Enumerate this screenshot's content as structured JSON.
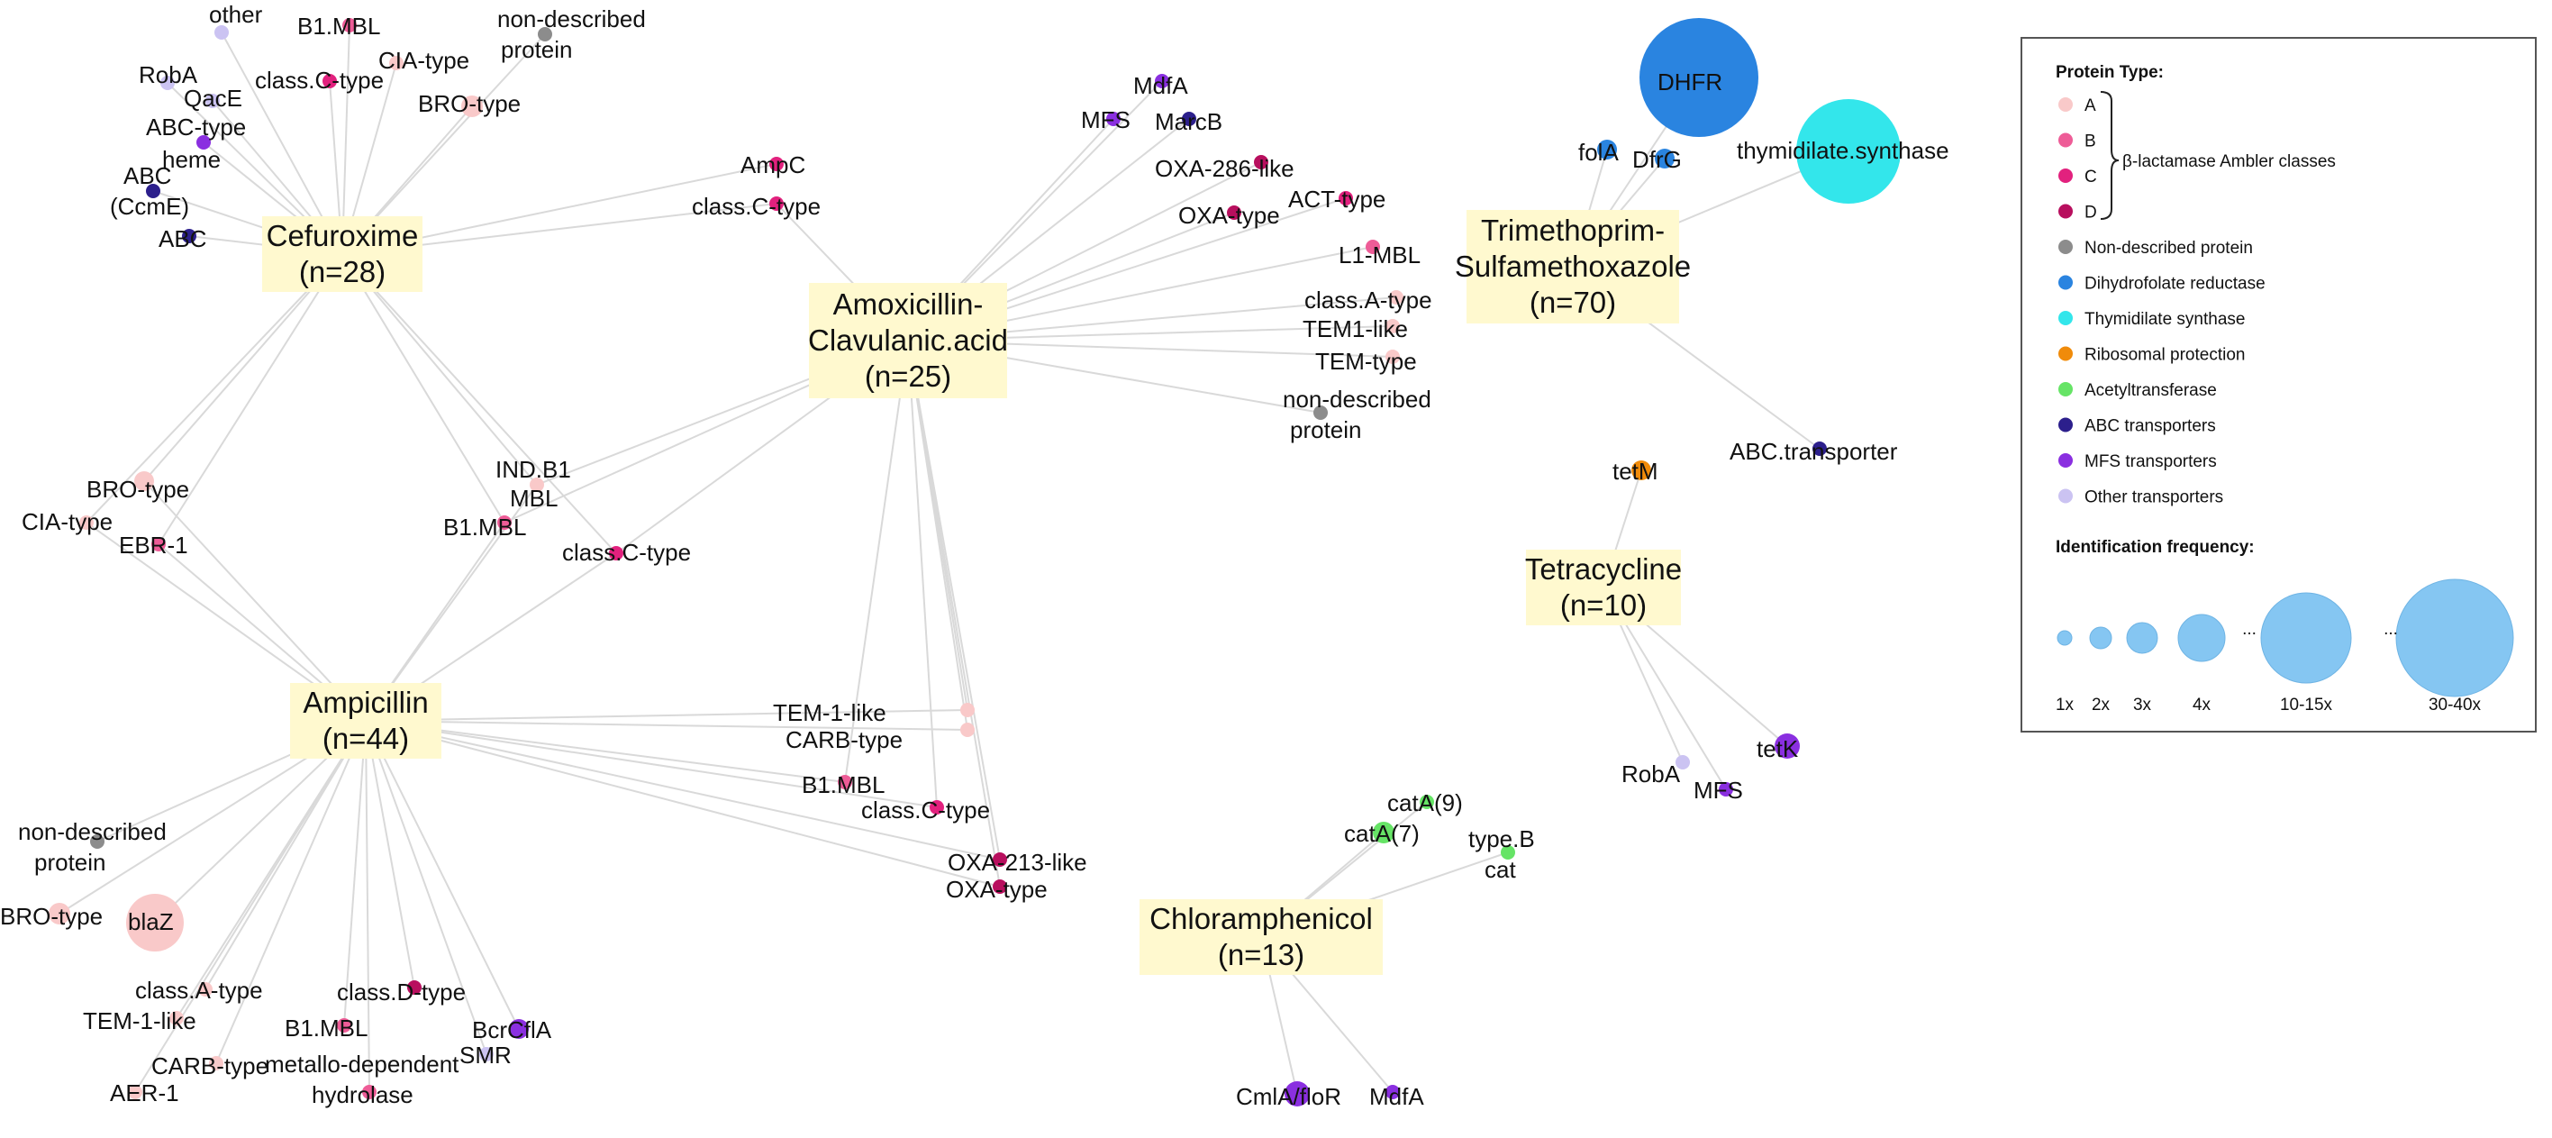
{
  "colors": {
    "A": "#f9c9c9",
    "B": "#ee5c97",
    "C": "#e2217e",
    "D": "#b80f5e",
    "ND": "#8c8c8c",
    "DHFR": "#2a84e0",
    "TS": "#33e6eb",
    "RIB": "#f08b0a",
    "ACE": "#66e466",
    "ABC": "#2c1f8c",
    "MFS": "#8a2fe0",
    "OTH": "#cbc3f2",
    "hub": "#fff9cf",
    "freq": "#85c6f2"
  },
  "hubs": [
    {
      "id": "cef",
      "line1": "Cefuroxime",
      "line2": "(n=28)"
    },
    {
      "id": "amx",
      "line1": "Amoxicillin-",
      "line2": "Clavulanic.acid",
      "line3": "(n=25)"
    },
    {
      "id": "amp",
      "line1": "Ampicillin",
      "line2": "(n=44)"
    },
    {
      "id": "tms",
      "line1": "Trimethoprim-",
      "line2": "Sulfamethoxazole",
      "line3": "(n=70)"
    },
    {
      "id": "tet",
      "line1": "Tetracycline",
      "line2": "(n=10)"
    },
    {
      "id": "chl",
      "line1": "Chloramphenicol",
      "line2": "(n=13)"
    }
  ],
  "nodes": [
    {
      "id": "n1",
      "label": "other",
      "type": "OTH",
      "freq": 1,
      "hubs": [
        "cef"
      ]
    },
    {
      "id": "n2",
      "label": "B1.MBL",
      "type": "B",
      "freq": 1,
      "hubs": [
        "cef"
      ]
    },
    {
      "id": "n3",
      "label": "non-described protein",
      "type": "ND",
      "freq": 1,
      "hubs": [
        "cef"
      ]
    },
    {
      "id": "n4",
      "label": "QacE",
      "type": "OTH",
      "freq": 1,
      "hubs": [
        "cef"
      ]
    },
    {
      "id": "n5",
      "label": "CIA-type",
      "type": "A",
      "freq": 1,
      "hubs": [
        "cef"
      ]
    },
    {
      "id": "n6",
      "label": "RobA",
      "type": "OTH",
      "freq": 1,
      "hubs": [
        "cef"
      ]
    },
    {
      "id": "n7",
      "label": "class.C-type",
      "type": "C",
      "freq": 1,
      "hubs": [
        "cef"
      ]
    },
    {
      "id": "n8",
      "label": "BRO-type",
      "type": "A",
      "freq": 2,
      "hubs": [
        "cef"
      ]
    },
    {
      "id": "n9",
      "label": "ABC-type heme",
      "type": "MFS",
      "freq": 1,
      "hubs": [
        "cef"
      ]
    },
    {
      "id": "n10",
      "label": "ABC (CcmE)",
      "type": "ABC",
      "freq": 1,
      "hubs": [
        "cef"
      ]
    },
    {
      "id": "n11",
      "label": "ABC",
      "type": "ABC",
      "freq": 1,
      "hubs": [
        "cef"
      ]
    },
    {
      "id": "n12",
      "label": "AmpC",
      "type": "C",
      "freq": 1,
      "hubs": [
        "cef"
      ]
    },
    {
      "id": "n13",
      "label": "class.C-type",
      "type": "C",
      "freq": 1,
      "hubs": [
        "cef",
        "amx"
      ]
    },
    {
      "id": "n14",
      "label": "BRO-type",
      "type": "A",
      "freq": 2,
      "hubs": [
        "cef",
        "amp"
      ]
    },
    {
      "id": "n15",
      "label": "CIA-type",
      "type": "A",
      "freq": 1,
      "hubs": [
        "cef",
        "amp"
      ]
    },
    {
      "id": "n16",
      "label": "EBR-1",
      "type": "B",
      "freq": 1,
      "hubs": [
        "cef",
        "amp"
      ]
    },
    {
      "id": "n17",
      "label": "IND.B1 MBL",
      "type": "A",
      "freq": 1,
      "hubs": [
        "cef",
        "amx",
        "amp"
      ]
    },
    {
      "id": "n18",
      "label": "B1.MBL",
      "type": "B",
      "freq": 1,
      "hubs": [
        "cef",
        "amx",
        "amp"
      ]
    },
    {
      "id": "n19",
      "label": "class.C-type",
      "type": "C",
      "freq": 1,
      "hubs": [
        "cef",
        "amx",
        "amp"
      ]
    },
    {
      "id": "n20",
      "label": "MdfA",
      "type": "MFS",
      "freq": 1,
      "hubs": [
        "amx"
      ]
    },
    {
      "id": "n21",
      "label": "MFS",
      "type": "MFS",
      "freq": 1,
      "hubs": [
        "amx"
      ]
    },
    {
      "id": "n22",
      "label": "MarcB",
      "type": "ABC",
      "freq": 1,
      "hubs": [
        "amx"
      ]
    },
    {
      "id": "n23",
      "label": "OXA-286-like",
      "type": "D",
      "freq": 1,
      "hubs": [
        "amx"
      ]
    },
    {
      "id": "n24",
      "label": "OXA-type",
      "type": "D",
      "freq": 1,
      "hubs": [
        "amx"
      ]
    },
    {
      "id": "n25",
      "label": "ACT-type",
      "type": "C",
      "freq": 1,
      "hubs": [
        "amx"
      ]
    },
    {
      "id": "n26",
      "label": "L1-MBL",
      "type": "B",
      "freq": 1,
      "hubs": [
        "amx"
      ]
    },
    {
      "id": "n27",
      "label": "class.A-type",
      "type": "A",
      "freq": 1,
      "hubs": [
        "amx"
      ]
    },
    {
      "id": "n28",
      "label": "TEM1-like",
      "type": "A",
      "freq": 1,
      "hubs": [
        "amx"
      ]
    },
    {
      "id": "n29",
      "label": "TEM-type",
      "type": "A",
      "freq": 1,
      "hubs": [
        "amx"
      ]
    },
    {
      "id": "n30",
      "label": "non-described protein",
      "type": "ND",
      "freq": 1,
      "hubs": [
        "amx"
      ]
    },
    {
      "id": "n31",
      "label": "TEM-1-like",
      "type": "A",
      "freq": 1,
      "hubs": [
        "amx",
        "amp"
      ]
    },
    {
      "id": "n32",
      "label": "CARB-type",
      "type": "A",
      "freq": 1,
      "hubs": [
        "amx",
        "amp"
      ]
    },
    {
      "id": "n33",
      "label": "B1.MBL",
      "type": "B",
      "freq": 1,
      "hubs": [
        "amx",
        "amp"
      ]
    },
    {
      "id": "n34",
      "label": "class.C-type",
      "type": "C",
      "freq": 1,
      "hubs": [
        "amx",
        "amp"
      ]
    },
    {
      "id": "n35",
      "label": "OXA-213-like",
      "type": "D",
      "freq": 1,
      "hubs": [
        "amx",
        "amp"
      ]
    },
    {
      "id": "n36",
      "label": "OXA-type",
      "type": "D",
      "freq": 1,
      "hubs": [
        "amx",
        "amp"
      ]
    },
    {
      "id": "n37",
      "label": "non-described protein",
      "type": "ND",
      "freq": 1,
      "hubs": [
        "amp"
      ]
    },
    {
      "id": "n38",
      "label": "BRO-type",
      "type": "A",
      "freq": 2,
      "hubs": [
        "amp"
      ]
    },
    {
      "id": "n39",
      "label": "blaZ",
      "type": "A",
      "freq": 4,
      "hubs": [
        "amp"
      ]
    },
    {
      "id": "n40",
      "label": "class.A-type",
      "type": "A",
      "freq": 1,
      "hubs": [
        "amp"
      ]
    },
    {
      "id": "n41",
      "label": "TEM-1-like",
      "type": "A",
      "freq": 1,
      "hubs": [
        "amp"
      ]
    },
    {
      "id": "n42",
      "label": "CARB-type",
      "type": "A",
      "freq": 1,
      "hubs": [
        "amp"
      ]
    },
    {
      "id": "n43",
      "label": "AER-1",
      "type": "A",
      "freq": 1,
      "hubs": [
        "amp"
      ]
    },
    {
      "id": "n44",
      "label": "class.D-type",
      "type": "D",
      "freq": 1,
      "hubs": [
        "amp"
      ]
    },
    {
      "id": "n45",
      "label": "B1.MBL",
      "type": "B",
      "freq": 1,
      "hubs": [
        "amp"
      ]
    },
    {
      "id": "n46",
      "label": "metallo-dependent hydrolase",
      "type": "B",
      "freq": 1,
      "hubs": [
        "amp"
      ]
    },
    {
      "id": "n47",
      "label": "BcrCflA",
      "type": "MFS",
      "freq": 2,
      "hubs": [
        "amp"
      ]
    },
    {
      "id": "n48",
      "label": "SMR",
      "type": "OTH",
      "freq": 1,
      "hubs": [
        "amp"
      ]
    },
    {
      "id": "n49",
      "label": "DHFR",
      "type": "DHFR",
      "freq": 30,
      "hubs": [
        "tms"
      ]
    },
    {
      "id": "n50",
      "label": "folA",
      "type": "DHFR",
      "freq": 2,
      "hubs": [
        "tms"
      ]
    },
    {
      "id": "n51",
      "label": "DfrG",
      "type": "DHFR",
      "freq": 2,
      "hubs": [
        "tms"
      ]
    },
    {
      "id": "n52",
      "label": "thymidilate.synthase",
      "type": "TS",
      "freq": 15,
      "hubs": [
        "tms"
      ]
    },
    {
      "id": "n53",
      "label": "ABC.transporter",
      "type": "ABC",
      "freq": 1,
      "hubs": [
        "tms"
      ]
    },
    {
      "id": "n54",
      "label": "tetM",
      "type": "RIB",
      "freq": 2,
      "hubs": [
        "tet"
      ]
    },
    {
      "id": "n55",
      "label": "RobA",
      "type": "OTH",
      "freq": 1,
      "hubs": [
        "tet"
      ]
    },
    {
      "id": "n56",
      "label": "MFS",
      "type": "MFS",
      "freq": 1,
      "hubs": [
        "tet"
      ]
    },
    {
      "id": "n57",
      "label": "tetK",
      "type": "MFS",
      "freq": 3,
      "hubs": [
        "tet"
      ]
    },
    {
      "id": "n58",
      "label": "catA(9)",
      "type": "ACE",
      "freq": 1,
      "hubs": [
        "chl"
      ]
    },
    {
      "id": "n59",
      "label": "catA(7)",
      "type": "ACE",
      "freq": 2,
      "hubs": [
        "chl"
      ]
    },
    {
      "id": "n60",
      "label": "type.B cat",
      "type": "ACE",
      "freq": 1,
      "hubs": [
        "chl"
      ]
    },
    {
      "id": "n61",
      "label": "CmlA/floR",
      "type": "MFS",
      "freq": 3,
      "hubs": [
        "chl"
      ]
    },
    {
      "id": "n62",
      "label": "MdfA",
      "type": "MFS",
      "freq": 1,
      "hubs": [
        "chl"
      ]
    }
  ],
  "legend": {
    "type_title": "Protein Type:",
    "types": [
      {
        "key": "A",
        "label": "A"
      },
      {
        "key": "B",
        "label": "B"
      },
      {
        "key": "C",
        "label": "C"
      },
      {
        "key": "D",
        "label": "D"
      },
      {
        "key": "ND",
        "label": "Non-described protein"
      },
      {
        "key": "DHFR",
        "label": "Dihydrofolate reductase"
      },
      {
        "key": "TS",
        "label": "Thymidilate synthase"
      },
      {
        "key": "RIB",
        "label": "Ribosomal protection"
      },
      {
        "key": "ACE",
        "label": "Acetyltransferase"
      },
      {
        "key": "ABC",
        "label": "ABC transporters"
      },
      {
        "key": "MFS",
        "label": "MFS transporters"
      },
      {
        "key": "OTH",
        "label": "Other transporters"
      }
    ],
    "bracket_label": "β-lactamase Ambler classes",
    "freq_title": "Identification frequency:",
    "freq_items": [
      "1x",
      "2x",
      "3x",
      "4x",
      "10-15x",
      "30-40x"
    ],
    "ellipsis": "..."
  }
}
